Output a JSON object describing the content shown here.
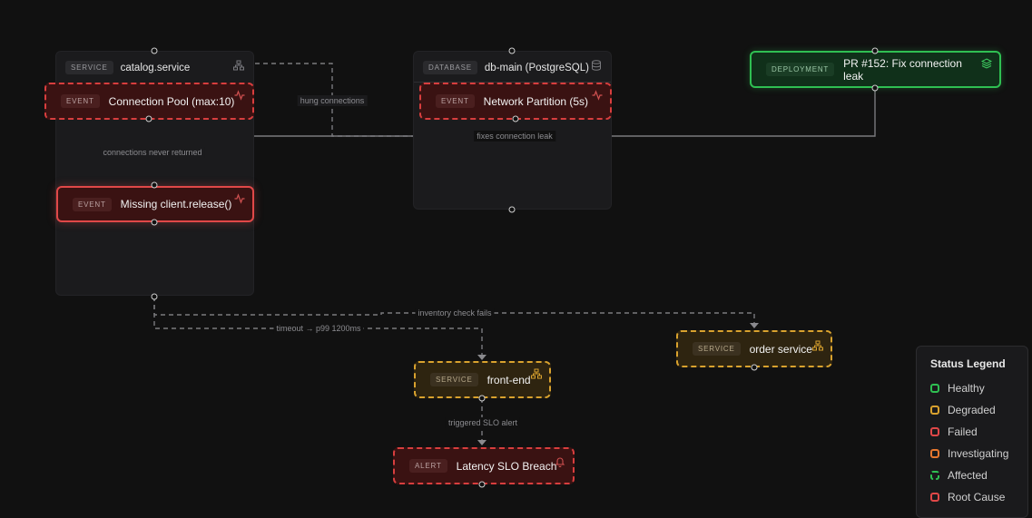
{
  "groups": [
    {
      "tag": "SERVICE",
      "title": "catalog.service",
      "icon": "hierarchy-icon"
    },
    {
      "tag": "DATABASE",
      "title": "db-main (PostgreSQL)",
      "icon": "database-icon"
    }
  ],
  "nodes": {
    "pool": {
      "tag": "EVENT",
      "label": "Connection Pool (max:10)",
      "status": "Failed",
      "icon": "activity-icon"
    },
    "release": {
      "tag": "EVENT",
      "label": "Missing client.release()",
      "status": "Root Cause",
      "icon": "activity-icon"
    },
    "partition": {
      "tag": "EVENT",
      "label": "Network Partition (5s)",
      "status": "Failed",
      "icon": "activity-icon"
    },
    "deploy": {
      "tag": "DEPLOYMENT",
      "label": "PR #152: Fix connection leak",
      "status": "Healthy",
      "icon": "layers-icon"
    },
    "order": {
      "tag": "SERVICE",
      "label": "order service",
      "status": "Degraded",
      "icon": "hierarchy-icon"
    },
    "frontend": {
      "tag": "SERVICE",
      "label": "front-end",
      "status": "Degraded",
      "icon": "hierarchy-icon"
    },
    "slo": {
      "tag": "ALERT",
      "label": "Latency SLO Breach",
      "status": "Failed",
      "icon": "bell-icon"
    }
  },
  "edges": {
    "hung": "hung connections",
    "never_returned": "connections never returned",
    "fixes": "fixes connection leak",
    "inventory": "inventory check fails",
    "timeout": "timeout → p99 1200ms",
    "slo": "triggered SLO alert"
  },
  "legend": {
    "title": "Status Legend",
    "items": [
      {
        "label": "Healthy",
        "color": "#2fbf52",
        "style": "solid"
      },
      {
        "label": "Degraded",
        "color": "#d9a22e",
        "style": "solid"
      },
      {
        "label": "Failed",
        "color": "#e04848",
        "style": "solid"
      },
      {
        "label": "Investigating",
        "color": "#e7772e",
        "style": "solid"
      },
      {
        "label": "Affected",
        "color": "#2fbf52",
        "style": "dashed"
      },
      {
        "label": "Root Cause",
        "color": "#e04848",
        "style": "solid"
      }
    ]
  }
}
